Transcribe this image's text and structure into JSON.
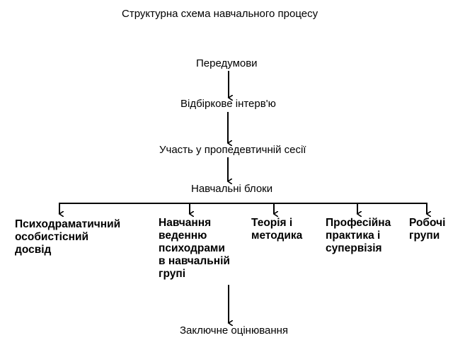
{
  "title": "Структурна схема навчального процесу",
  "nodes": {
    "prerequisites": "Передумови",
    "interview": "Відбіркове інтерв'ю",
    "session": "Участь у пропедевтичній сесії",
    "blocks": "Навчальні блоки",
    "final": "Заключне оцінювання"
  },
  "branches": [
    {
      "lines": [
        "Психодраматичний",
        "особистісний",
        "досвід"
      ]
    },
    {
      "lines": [
        "Навчання",
        "веденню",
        "психодрами",
        "в навчальній",
        "групі"
      ]
    },
    {
      "lines": [
        "Теорія і",
        "методика"
      ]
    },
    {
      "lines": [
        "Професійна",
        "практика і",
        "супервізія"
      ]
    },
    {
      "lines": [
        "Робочі",
        "групи"
      ]
    }
  ],
  "line_color": "#000000"
}
